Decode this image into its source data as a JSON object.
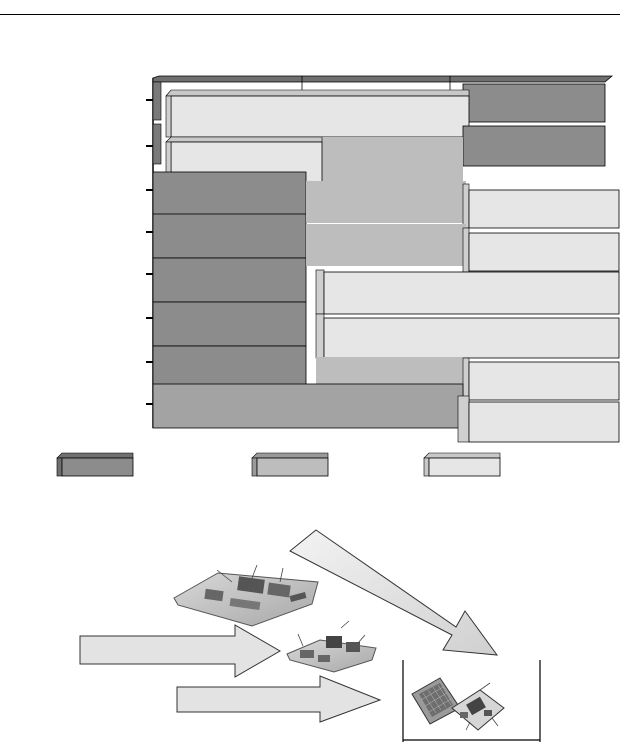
{
  "header": {
    "rule": true
  },
  "chart": {
    "rows": 8,
    "palette": {
      "dark": "#8c8c8c",
      "mid": "#bdbdbd",
      "light": "#e6e6e6",
      "edge": "#000000"
    }
  },
  "legend": {
    "swatches": [
      {
        "key": "dark",
        "label": ""
      },
      {
        "key": "mid",
        "label": ""
      },
      {
        "key": "light",
        "label": ""
      }
    ]
  },
  "illustration": {
    "arrows": [
      "big-arrow",
      "arrow-left-upper",
      "arrow-left-lower"
    ],
    "boards": [
      "large-circuit-board",
      "small-module-board"
    ],
    "chips": [
      "bga-chip",
      "soc-chip"
    ]
  }
}
